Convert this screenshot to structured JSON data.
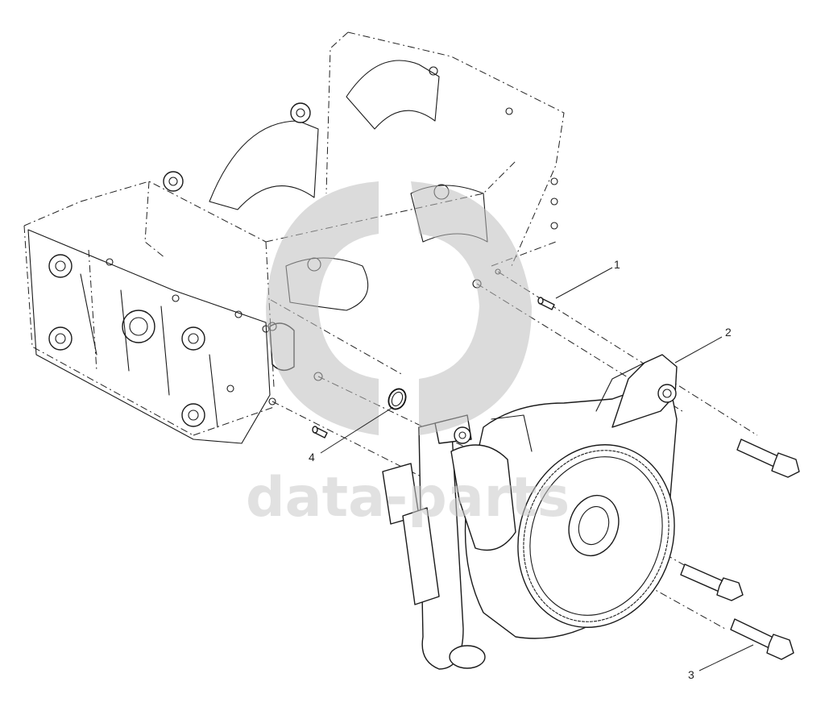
{
  "callouts": [
    {
      "id": "1",
      "label": "1"
    },
    {
      "id": "2",
      "label": "2"
    },
    {
      "id": "3",
      "label": "3"
    },
    {
      "id": "4",
      "label": "4"
    }
  ],
  "watermark": {
    "text": "data-parts",
    "color": "#bdbdbd"
  },
  "colors": {
    "line": "#1a1a1a",
    "background": "#ffffff"
  }
}
